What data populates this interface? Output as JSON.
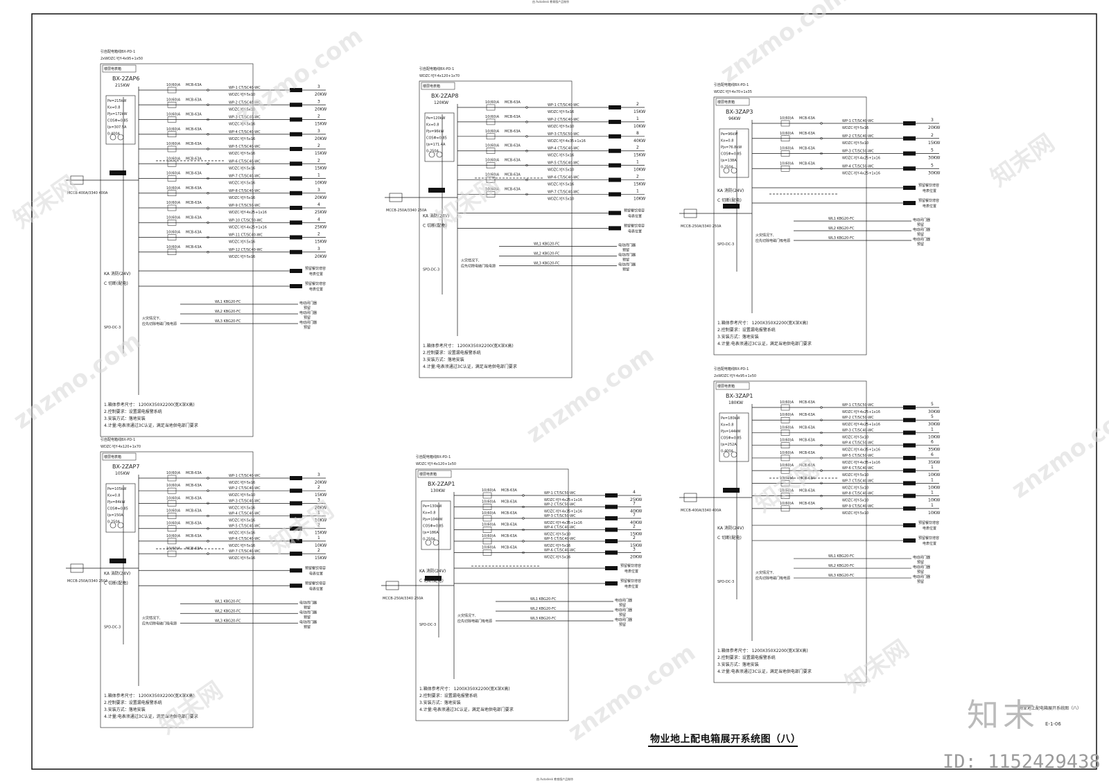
{
  "drawing": {
    "caption": "物业地上配电箱展开系统图（八）",
    "small_title": "物业地上配电箱展开系统图（八）",
    "code": "E-1-06",
    "top_note": "由 Autodesk 教育版产品制作",
    "bottom_note": "由 Autodesk 教育版产品制作"
  },
  "watermark": {
    "text": "znzmo.com",
    "brand": "知末网",
    "logo": "知末",
    "id": "ID: 1152429438"
  },
  "common": {
    "ka_label": "KA 消防(24V)",
    "c_label": "C 切断(配电)",
    "reserved": "预留餐饮增容电表位置",
    "door_lock": "电动闭门器预留",
    "fire_note": "火灾情况下,应先切除电磁门吸电源",
    "spd": "SPD-DC-3",
    "notes": [
      "1.箱体参考尺寸：  1200X350X2200(宽X深X高)",
      "2.控制要求：设置漏电报警系统",
      "3.安装方式：落地安装",
      "4.计量:电表须通过3C认证，满足当地供电部门要求"
    ]
  },
  "panels": [
    {
      "id": "BX-2ZAP6",
      "power": "215KW",
      "source": "引自配电箱线BX-PD-1",
      "feeder": "2xWDZC-YJY-4x95+1x50",
      "params": [
        "Pe=215kW",
        "Kx=0.8",
        "Pjs=172kW",
        "COSΦ=0.85",
        "Ijs=307.5A",
        "0-400A"
      ],
      "main_breaker": "MCCB-400A/3340 400A",
      "circuits": [
        {
          "label": "WP-1",
          "cable": "WDZC-YJY-5x10 CT/SC40-WC",
          "kw": "20KW",
          "n": "3"
        },
        {
          "label": "WP-2",
          "cable": "WDZC-YJY-5x10 CT/SC40-WC",
          "kw": "20KW",
          "n": "3"
        },
        {
          "label": "WP-3",
          "cable": "WDZC-YJY-5x16 CT/SC40-WC",
          "kw": "15KW",
          "n": "2"
        },
        {
          "label": "WP-4",
          "cable": "WDZC-YJY-5x16 CT/SC40-WC",
          "kw": "20KW",
          "n": "3"
        },
        {
          "label": "WP-5",
          "cable": "WDZC-YJY-5x16 CT/SC40-WC",
          "kw": "15KW",
          "n": "2"
        },
        {
          "label": "WP-6",
          "cable": "WDZC-YJY-5x16 CT/SC40-WC",
          "kw": "15KW",
          "n": "2"
        },
        {
          "label": "WP-7",
          "cable": "WDZC-YJY-5x16 CT/SC40-WC",
          "kw": "10KW",
          "n": "1"
        },
        {
          "label": "WP-8",
          "cable": "WDZC-YJY-5x16 CT/SC40-WC",
          "kw": "20KW",
          "n": "3"
        },
        {
          "label": "WP-9",
          "cable": "WDZC-YJY-4x25+1x16 CT/SC50-WC",
          "kw": "25KW",
          "n": "4"
        },
        {
          "label": "WP-10",
          "cable": "WDZC-YJY-4x25+1x16 CT/SC50-WC",
          "kw": "25KW",
          "n": "4"
        },
        {
          "label": "WP-11",
          "cable": "WDZC-YJY-5x16 CT/SC40-WC",
          "kw": "15KW",
          "n": "2"
        },
        {
          "label": "WP-12",
          "cable": "WDZC-YJY-5x16 CT/SC40-WC",
          "kw": "20KW",
          "n": "3"
        }
      ]
    },
    {
      "id": "BX-2ZAP7",
      "power": "105KW",
      "source": "引自配电箱线BX-PD-1",
      "feeder": "WDZC-YJY-4x120+1x70",
      "params": [
        "Pe=105kW",
        "Kx=0.8",
        "Pjs=84kW",
        "COSΦ=0.85",
        "Ijs=150A",
        "0-250A"
      ],
      "main_breaker": "MCCB-250A/3340 250A",
      "circuits": [
        {
          "label": "WP-1",
          "cable": "WDZC-YJY-5x16 CT/SC40-WC",
          "kw": "20KW",
          "n": "3"
        },
        {
          "label": "WP-2",
          "cable": "WDZC-YJY-5x10 CT/SC40-WC",
          "kw": "15KW",
          "n": "2"
        },
        {
          "label": "WP-3",
          "cable": "WDZC-YJY-5x16 CT/SC40-WC",
          "kw": "20KW",
          "n": "3"
        },
        {
          "label": "WP-4",
          "cable": "WDZC-YJY-5x16 CT/SC40-WC",
          "kw": "10KW",
          "n": "1"
        },
        {
          "label": "WP-5",
          "cable": "WDZC-YJY-5x16 CT/SC40-WC",
          "kw": "15KW",
          "n": "2"
        },
        {
          "label": "WP-6",
          "cable": "WDZC-YJY-5x16 CT/SC40-WC",
          "kw": "10KW",
          "n": "1"
        },
        {
          "label": "WP-7",
          "cable": "WDZC-YJY-5x16 CT/SC40-WC",
          "kw": "15KW",
          "n": "2"
        }
      ]
    },
    {
      "id": "BX-2ZAP8",
      "power": "120KW",
      "source": "引自配电箱线BX-PD-1",
      "feeder": "WDZC-YJY-4x120+1x70",
      "params": [
        "Pe=120kW",
        "Kx=0.8",
        "Pjs=96kW",
        "COSΦ=0.85",
        "Ijs=171.4A",
        "0-250A"
      ],
      "main_breaker": "MCCB-250A/3340 250A",
      "circuits": [
        {
          "label": "WP-1",
          "cable": "WDZC-YJY-5x16 CT/SC40-WC",
          "kw": "15KW",
          "n": "2"
        },
        {
          "label": "WP-2",
          "cable": "WDZC-YJY-5x10 CT/SC40-WC",
          "kw": "10KW",
          "n": "1"
        },
        {
          "label": "WP-3",
          "cable": "WDZC-YJY-4x35+1x16 CT/SC50-WC",
          "kw": "40KW",
          "n": "8"
        },
        {
          "label": "WP-4",
          "cable": "WDZC-YJY-5x16 CT/SC40-WC",
          "kw": "15KW",
          "n": "2"
        },
        {
          "label": "WP-5",
          "cable": "WDZC-YJY-5x10 CT/SC40-WC",
          "kw": "10KW",
          "n": "1"
        },
        {
          "label": "WP-6",
          "cable": "WDZC-YJY-5x16 CT/SC40-WC",
          "kw": "15KW",
          "n": "2"
        },
        {
          "label": "WP-7",
          "cable": "WDZC-YJY-5x10 CT/SC40-WC",
          "kw": "10KW",
          "n": "1"
        }
      ]
    },
    {
      "id": "BX-2ZAP1",
      "power": "130KW",
      "source": "引自配电箱线BX-PD-1",
      "feeder": "WDZC-YJY-4x120+1x50",
      "params": [
        "Pe=130kW",
        "Kx=0.8",
        "Pjs=104kW",
        "COSΦ=0.85",
        "Ijs=186A",
        "0-250A"
      ],
      "main_breaker": "MCCB-250A/3340 250A",
      "circuits": [
        {
          "label": "WP-1",
          "cable": "WDZC-YJY-4x25+1x16 CT/SC50-WC",
          "kw": "25KW",
          "n": "4"
        },
        {
          "label": "WP-2",
          "cable": "WDZC-YJY-4x35+1x16 CT/SC50-WC",
          "kw": "40KW",
          "n": "7"
        },
        {
          "label": "WP-3",
          "cable": "WDZC-YJY-4x35+1x16 CT/SC50-WC",
          "kw": "40KW",
          "n": "7"
        },
        {
          "label": "WP-4",
          "cable": "WDZC-YJY-5x10 CT/SC40-WC",
          "kw": "15KW",
          "n": "2"
        },
        {
          "label": "WP-5",
          "cable": "WDZC-YJY-5x16 CT/SC40-WC",
          "kw": "15KW",
          "n": "2"
        },
        {
          "label": "WP-6",
          "cable": "WDZC-YJY-5x16 CT/SC40-WC",
          "kw": "20KW",
          "n": "3"
        }
      ]
    },
    {
      "id": "BX-3ZAP3",
      "power": "96KW",
      "source": "引自配电箱线BX-PD-1",
      "feeder": "WDZC-YJY-4x70+1x35",
      "params": [
        "Pe=96kW",
        "Kx=0.8",
        "Pjs=76.8kW",
        "COSΦ=0.85",
        "Ijs=138A",
        "0-250A"
      ],
      "main_breaker": "MCCB-250A/3340 250A",
      "circuits": [
        {
          "label": "WP-1",
          "cable": "WDZC-YJY-5x16 CT/SC40-WC",
          "kw": "20KW",
          "n": "3"
        },
        {
          "label": "WP-2",
          "cable": "WDZC-YJY-5x10 CT/SC40-WC",
          "kw": "15KW",
          "n": "2"
        },
        {
          "label": "WP-3",
          "cable": "WDZC-YJY-4x25+1x16 CT/SC50-WC",
          "kw": "30KW",
          "n": "5"
        },
        {
          "label": "WP-4",
          "cable": "WDZC-YJY-4x25+1x16 CT/SC50-WC",
          "kw": "30KW",
          "n": "5"
        }
      ]
    },
    {
      "id": "BX-3ZAP1",
      "power": "180KW",
      "source": "引自配电箱线BX-PD-1",
      "feeder": "2xWDZC-YJY-4x95+1x50",
      "params": [
        "Pe=180kW",
        "Kx=0.8",
        "Pjs=144kW",
        "COSΦ=0.85",
        "Ijs=252A",
        "0-400A"
      ],
      "main_breaker": "MCCB-400A/3340 400A",
      "circuits": [
        {
          "label": "WP-1",
          "cable": "WDZC-YJY-4x25+1x16 CT/SC50-WC",
          "kw": "30KW",
          "n": "5"
        },
        {
          "label": "WP-2",
          "cable": "WDZC-YJY-4x25+1x16 CT/SC50-WC",
          "kw": "30KW",
          "n": "5"
        },
        {
          "label": "WP-3",
          "cable": "WDZC-YJY-5x10 CT/SC40-WC",
          "kw": "10KW",
          "n": "1"
        },
        {
          "label": "WP-4",
          "cable": "WDZC-YJY-4x35+1x16 CT/SC50-WC",
          "kw": "35KW",
          "n": "6"
        },
        {
          "label": "WP-5",
          "cable": "WDZC-YJY-4x35+1x16 CT/SC50-WC",
          "kw": "35KW",
          "n": "6"
        },
        {
          "label": "WP-6",
          "cable": "WDZC-YJY-5x10 CT/SC40-WC",
          "kw": "10KW",
          "n": "1"
        },
        {
          "label": "WP-7",
          "cable": "WDZC-YJY-5x10 CT/SC40-WC",
          "kw": "10KW",
          "n": "1"
        },
        {
          "label": "WP-8",
          "cable": "WDZC-YJY-5x10 CT/SC40-WC",
          "kw": "10KW",
          "n": "1"
        },
        {
          "label": "WP-9",
          "cable": "WDZC-YJY-5x10 CT/SC40-WC",
          "kw": "10KW",
          "n": "1"
        }
      ]
    }
  ]
}
